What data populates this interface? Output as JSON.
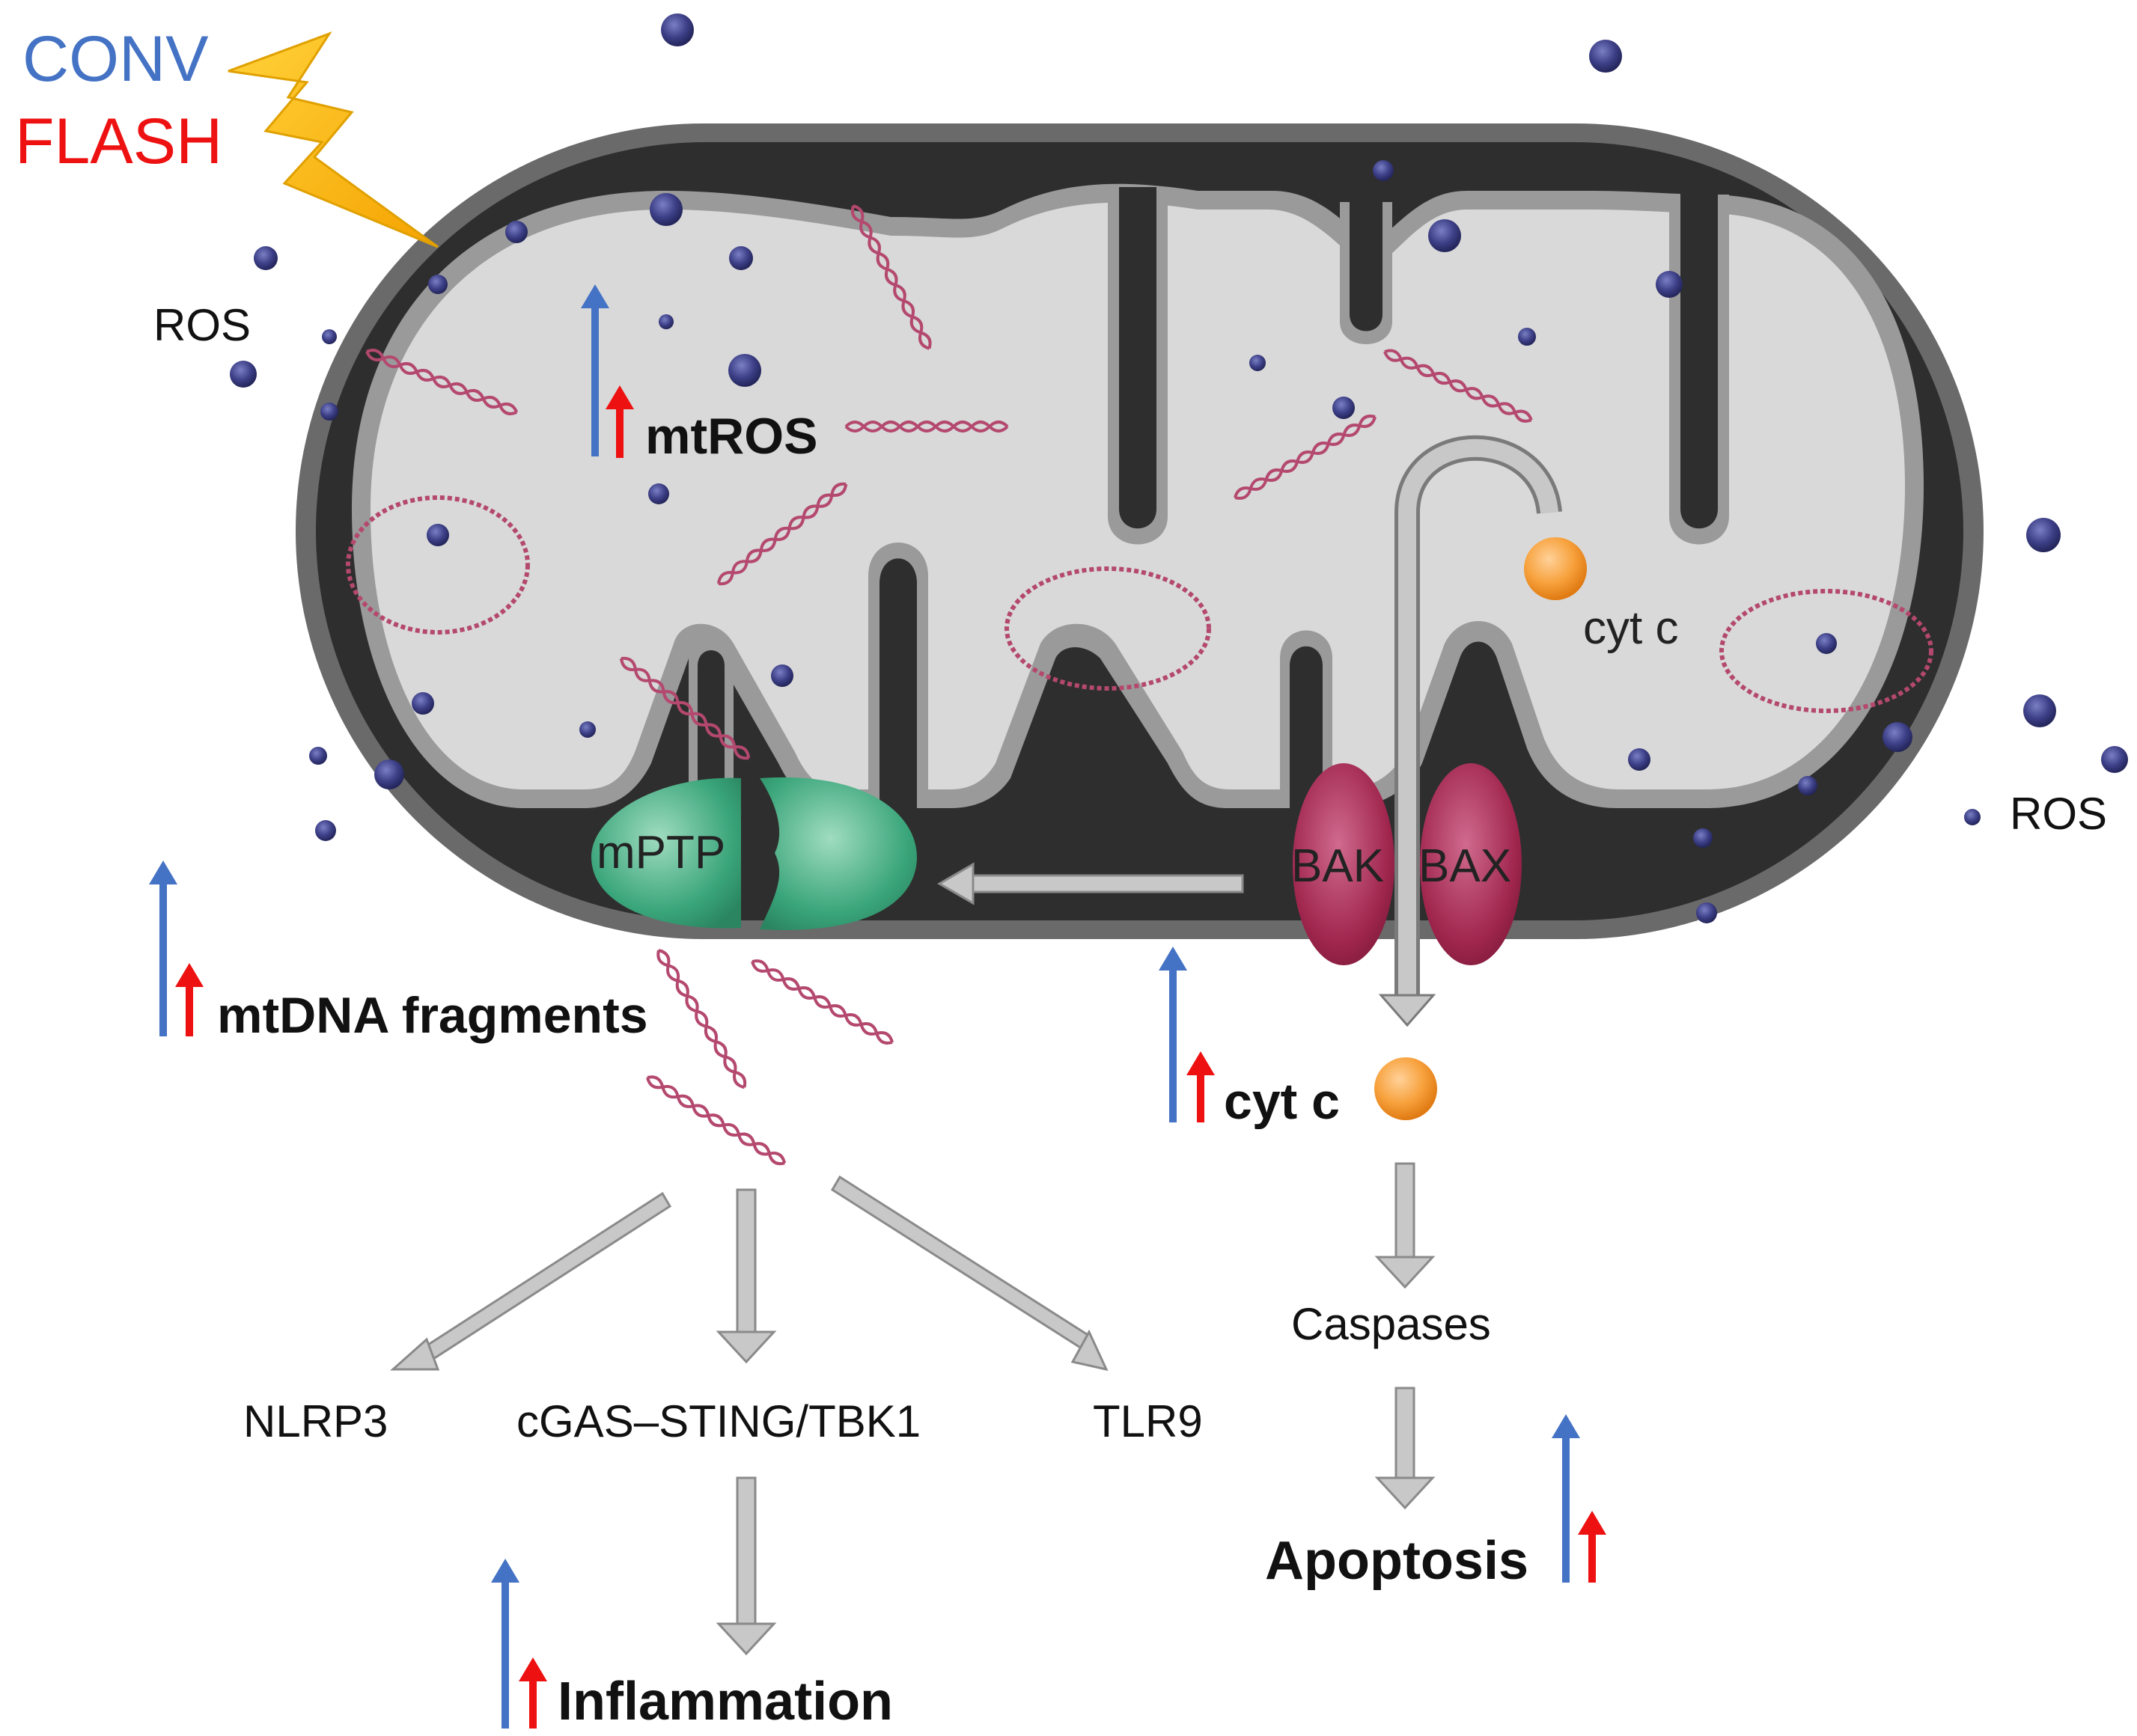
{
  "legend": {
    "conv_label": "CONV",
    "flash_label": "FLASH",
    "conv_color": "#4472C4",
    "flash_color": "#EE1111",
    "icon": "lightning-bolt-icon"
  },
  "structures": {
    "mptp": "mPTP",
    "bak": "BAK",
    "bax": "BAX",
    "cyt_c_inner": "cyt c"
  },
  "labels": {
    "ros_left": "ROS",
    "ros_right": "ROS",
    "mtros": "mtROS",
    "mtdna_fragments": "mtDNA fragments",
    "cyt_c_released": "cyt c",
    "nlrp3": "NLRP3",
    "cgas_sting": "cGAS–STING/TBK1",
    "tlr9": "TLR9",
    "caspases": "Caspases",
    "inflammation": "Inflammation",
    "apoptosis": "Apoptosis"
  },
  "colors": {
    "outer_membrane": "#666666",
    "intermembrane": "#2e2e2e",
    "inner_membrane": "#9a9a9a",
    "matrix": "#d9d9d9",
    "ros_dot": "#3c3f86",
    "mtdna": "#b4486e",
    "mptp": "#3aa57a",
    "bak_bax": "#a0264e",
    "cyt_c": "#f7a13c",
    "pathway_arrow": "#c8c8c8"
  }
}
